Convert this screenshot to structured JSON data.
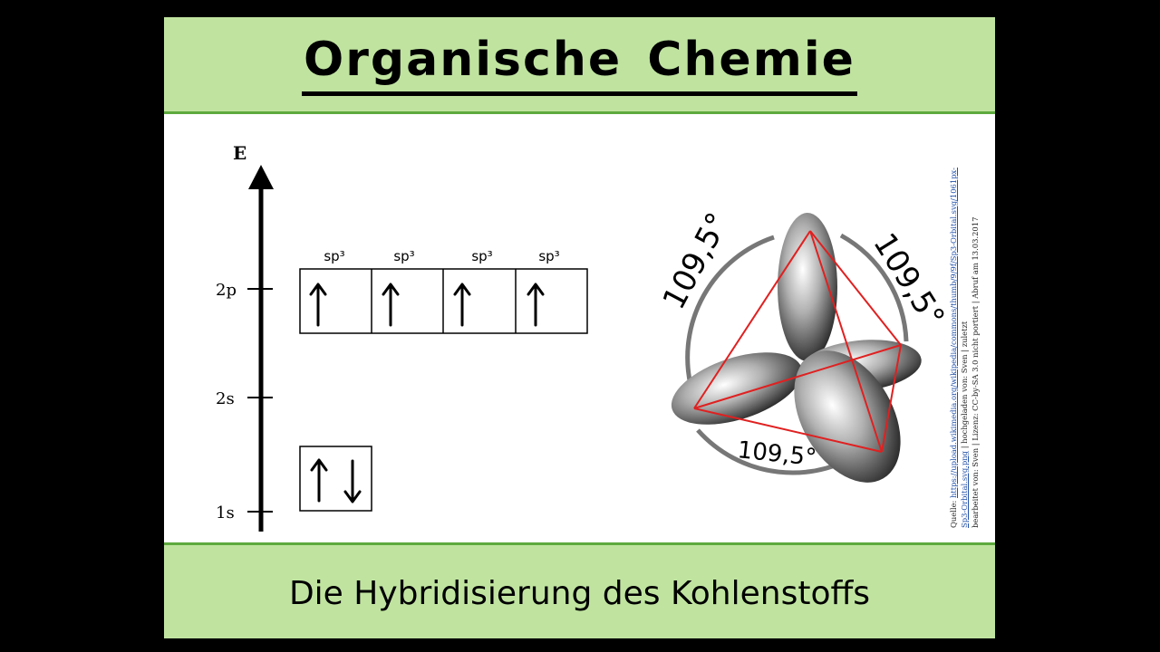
{
  "header": {
    "title": "Organische Chemie"
  },
  "footer": {
    "subtitle": "Die Hybridisierung des Kohlenstoffs"
  },
  "energy_axis": {
    "label": "E",
    "levels": [
      {
        "label": "2p"
      },
      {
        "label": "2s"
      },
      {
        "label": "1s"
      }
    ]
  },
  "orbital_boxes": {
    "sp3_label": "sp³",
    "sp3_labels": [
      "sp³",
      "sp³",
      "sp³",
      "sp³"
    ]
  },
  "tetrahedron": {
    "angle_labels": [
      "109,5°",
      "109,5°",
      "109,5°"
    ]
  },
  "credit": {
    "prefix": "Quelle: ",
    "link": "https://upload.wikimedia.org/wikipedia/commons/thumb/9/9f/Sp3-Orbital.svg/1061px-Sp3-Orbital.svg.png",
    "uploader": " | hochgeladen von: Sven | zuletzt",
    "line3": "bearbeitet von: Sven | Lizenz: CC-by-SA 3.0 nicht portiert | Abruf am 13.03.2017"
  },
  "colors": {
    "band_green": "#c0e4a0",
    "band_border": "#5daa3d",
    "tetrahedron_red": "#e02020",
    "link_blue": "#1f4fa8"
  }
}
